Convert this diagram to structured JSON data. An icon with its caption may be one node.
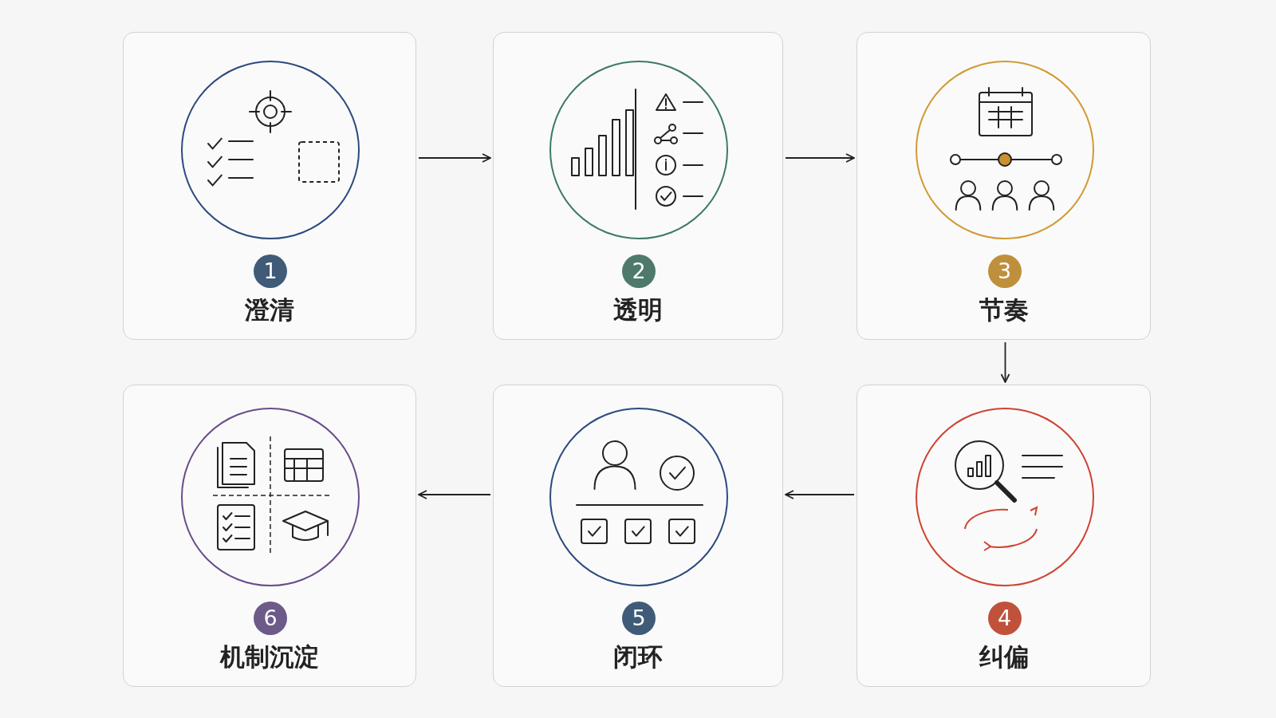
{
  "diagram": {
    "nodes": [
      {
        "text": [
          "1",
          "澄清"
        ]
      },
      {
        "text": [
          "2",
          "透明"
        ]
      },
      {
        "text": [
          "3",
          "节奏"
        ]
      },
      {
        "text": [
          "4",
          "纠偏"
        ]
      },
      {
        "text": [
          "5",
          "闭环"
        ]
      },
      {
        "text": [
          "6",
          "机制沉淀"
        ]
      }
    ],
    "edges": [
      {
        "from": 0,
        "to": 1,
        "arrow": "to"
      },
      {
        "from": 1,
        "to": 2,
        "arrow": "to"
      },
      {
        "from": 2,
        "to": 3,
        "arrow": "to"
      },
      {
        "from": 3,
        "to": 4,
        "arrow": "to"
      },
      {
        "from": 4,
        "to": 5,
        "arrow": "to"
      }
    ]
  }
}
